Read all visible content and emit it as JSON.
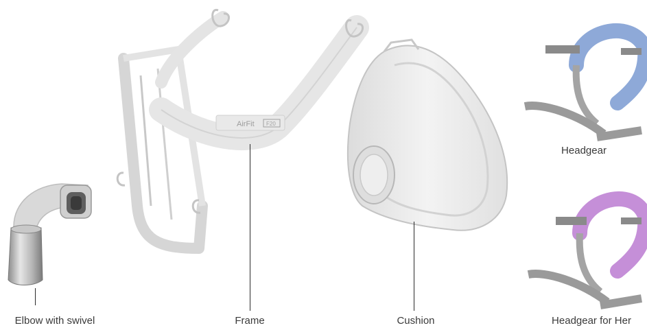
{
  "diagram": {
    "components": [
      {
        "id": "elbow",
        "label": "Elbow with swivel",
        "icon": "elbow-swivel-part"
      },
      {
        "id": "frame",
        "label": "Frame",
        "icon": "mask-frame-part",
        "frame_brand": "AirFit F20"
      },
      {
        "id": "cushion",
        "label": "Cushion",
        "icon": "mask-cushion-part"
      },
      {
        "id": "headgear",
        "label": "Headgear",
        "icon": "headgear-part",
        "accent": "#7f9fd6"
      },
      {
        "id": "headgear_her",
        "label": "Headgear for Her",
        "icon": "headgear-her-part",
        "accent": "#c48fd6"
      }
    ]
  }
}
